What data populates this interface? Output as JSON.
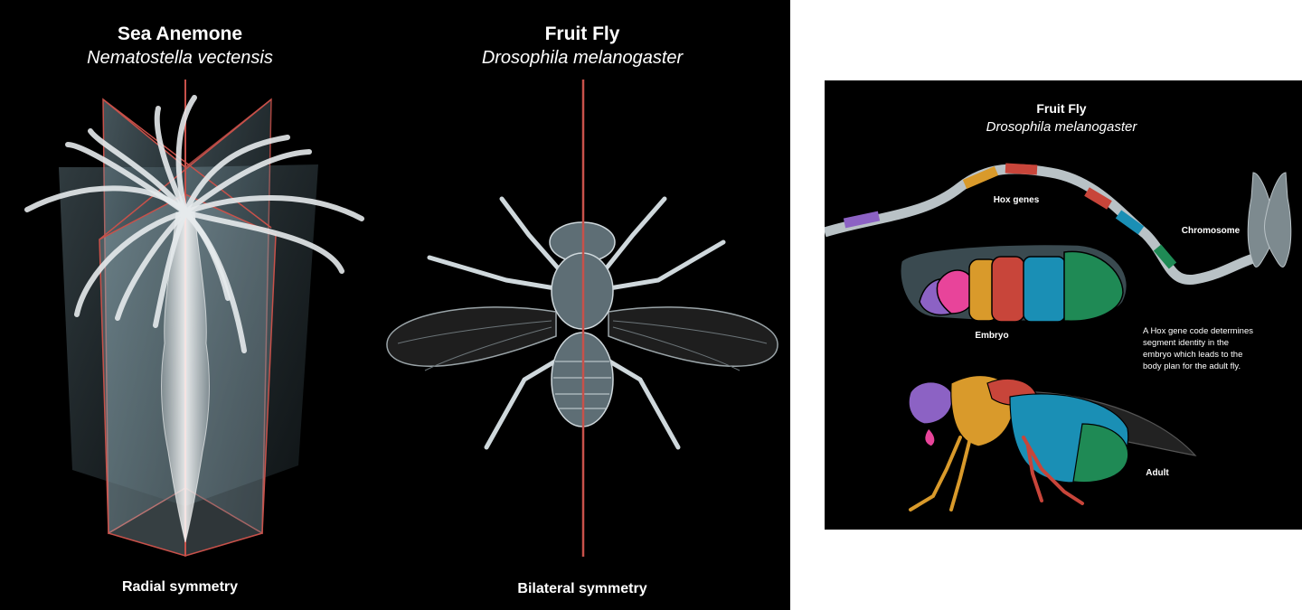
{
  "left": {
    "anemone": {
      "title": "Sea Anemone",
      "species": "Nematostella vectensis",
      "caption": "Radial symmetry"
    },
    "fly": {
      "title": "Fruit Fly",
      "species": "Drosophila melanogaster",
      "caption": "Bilateral symmetry"
    }
  },
  "right": {
    "title": "Fruit Fly",
    "species": "Drosophila melanogaster",
    "labels": {
      "hox": "Hox genes",
      "chromosome": "Chromosome",
      "embryo": "Embryo",
      "adult": "Adult"
    },
    "description": [
      "A Hox gene code determines",
      "segment identity in the",
      "embryo which leads to the",
      "body plan for the adult fly."
    ]
  },
  "colors": {
    "background": "#000000",
    "symmetry_line": "#c8514a",
    "outline": "#cfd8dc",
    "hox_pink": "#e8449a",
    "hox_purple": "#8c62c4",
    "hox_orange": "#d99a2b",
    "hox_red": "#c8453a",
    "hox_blue": "#1a8fb5",
    "hox_green": "#1f8a55"
  }
}
